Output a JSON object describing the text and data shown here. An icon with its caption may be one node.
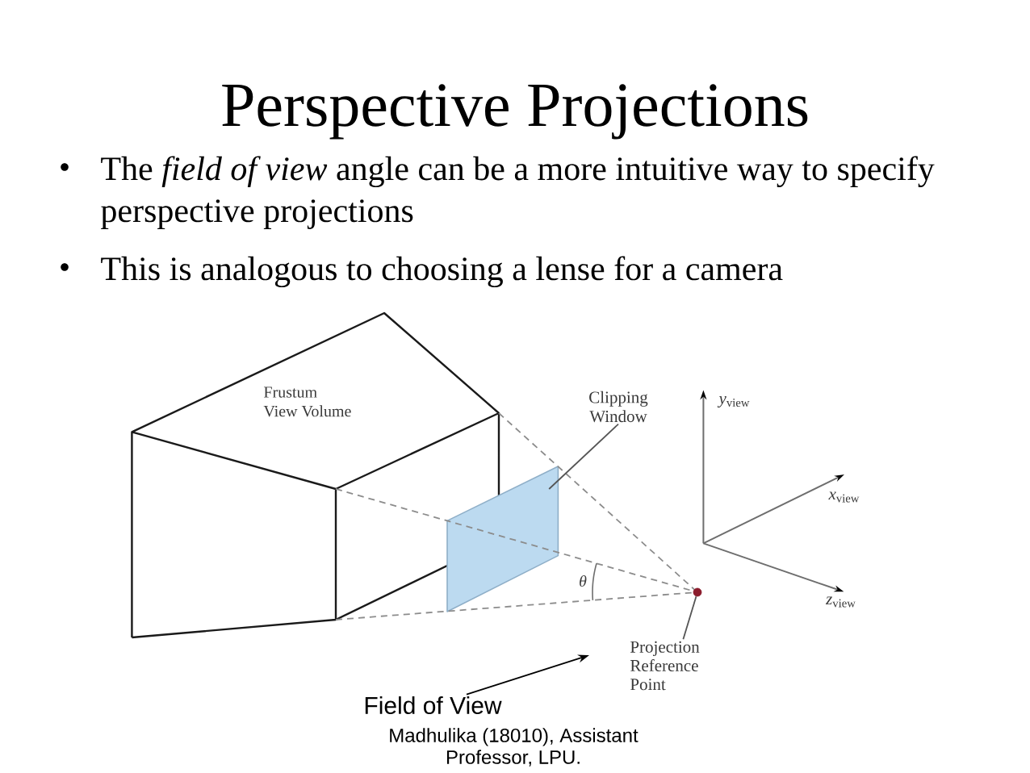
{
  "diagram": {
    "title": "Perspective Projections",
    "nodes": [
      {
        "text": [
          "Clipping Window"
        ]
      },
      {
        "text": [],
        "shape": "parallelogram"
      },
      {
        "text": [
          "Projection Reference Point"
        ]
      },
      {
        "text": [],
        "shape": "circle"
      },
      {
        "text": [
          "Field of View"
        ]
      }
    ],
    "edges": [
      {
        "from": 0,
        "to": 1,
        "arrow": "none"
      },
      {
        "from": 2,
        "to": 3,
        "arrow": "none"
      },
      {
        "from": 4,
        "to": null,
        "arrow": "to",
        "color": "#000000"
      }
    ],
    "labels": [
      "The *field of view* angle can be a more intuitive way to specify perspective projections",
      "This is analogous to choosing a lense for a camera",
      "Frustum View Volume",
      "*y*$_{view}$",
      "*x*$_{view}$",
      "θ",
      "*z*$_{view}$",
      "Madhulika (18010), Assistant Professor, LPU."
    ]
  }
}
